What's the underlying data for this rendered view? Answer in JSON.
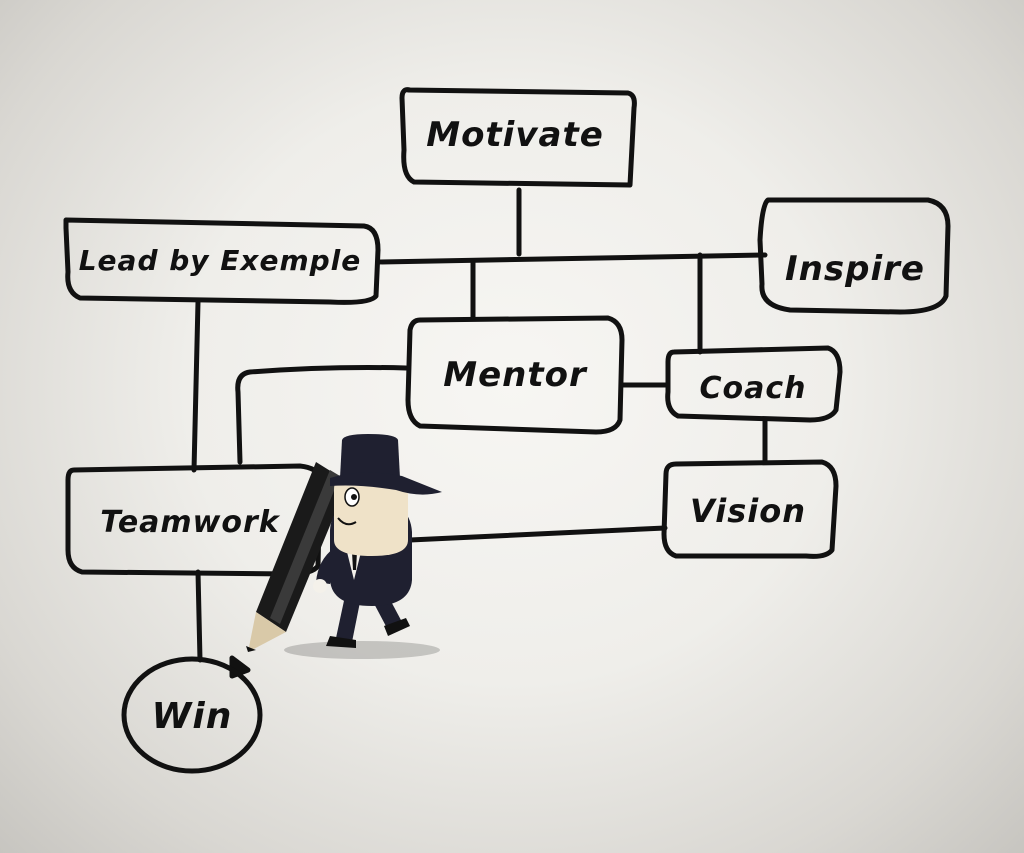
{
  "diagram": {
    "nodes": {
      "motivate": "Motivate",
      "lead": "Lead by Exemple",
      "inspire": "Inspire",
      "mentor": "Mentor",
      "coach": "Coach",
      "teamwork": "Teamwork",
      "vision": "Vision",
      "win": "Win"
    }
  },
  "colors": {
    "ink": "#111111",
    "suit": "#1f2030",
    "skin": "#efe2c8",
    "pencil": "#1a1a1a"
  },
  "icons": {
    "character": "businessman-carrying-pencil-icon"
  }
}
